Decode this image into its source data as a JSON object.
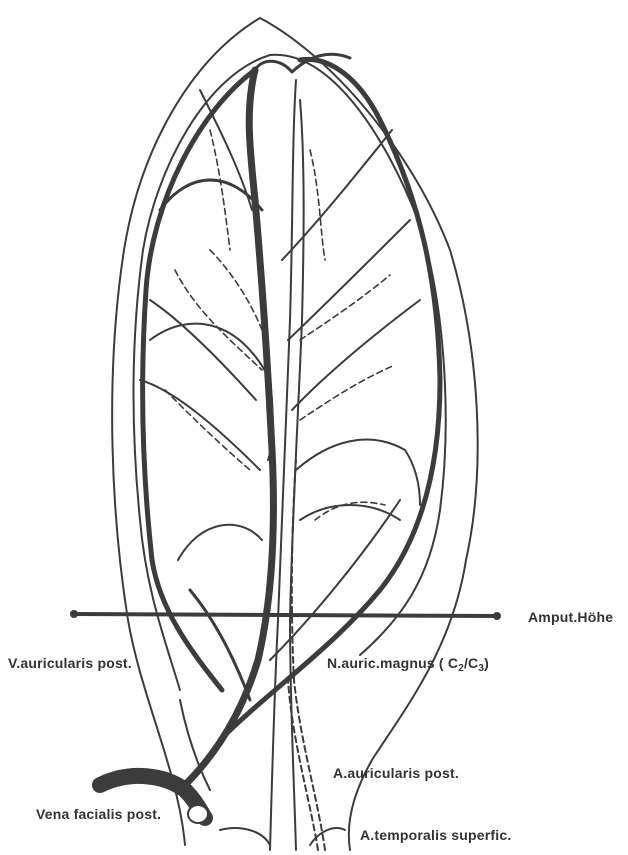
{
  "labels": {
    "amput": "Amput.Höhe",
    "v_auricularis": "V.auricularis post.",
    "n_auric_main": "N.auric.magnus",
    "n_auric_open": "( C",
    "n_auric_sub1": "2",
    "n_auric_slash": "/C",
    "n_auric_sub2": "3",
    "n_auric_close": ")",
    "a_auricularis": "A.auricularis post.",
    "vena_facialis": "Vena facialis post.",
    "a_temporalis": "A.temporalis superfic."
  },
  "colors": {
    "ink": "#3c3c3c",
    "text": "#333333",
    "background": "#ffffff"
  }
}
